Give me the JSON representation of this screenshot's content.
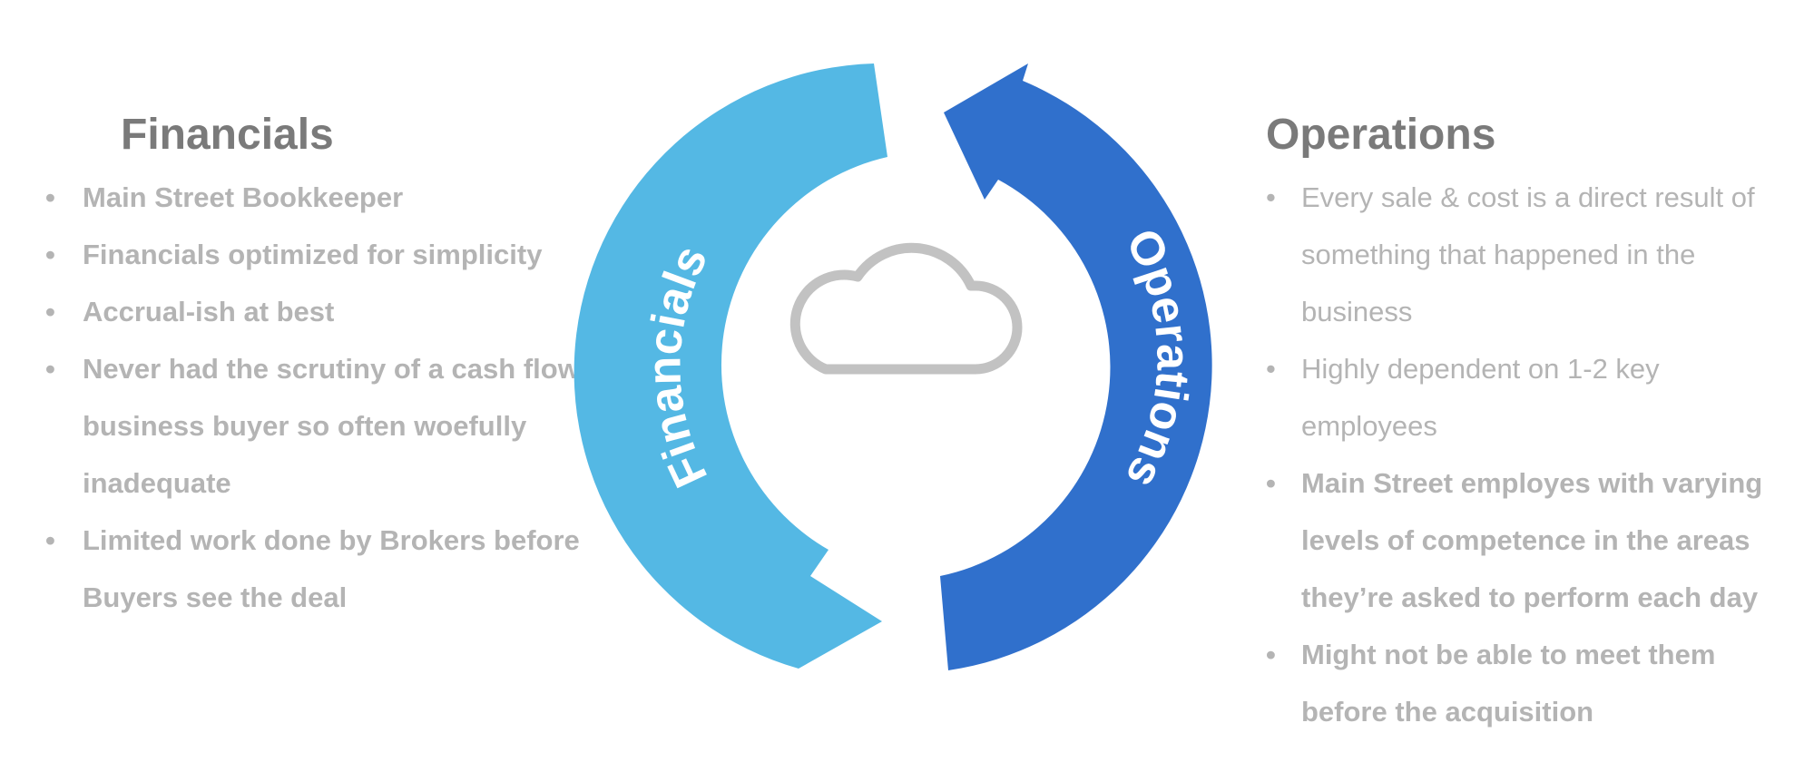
{
  "left": {
    "title": "Financials",
    "bullets": [
      "Main Street Bookkeeper",
      "Financials optimized for simplicity",
      "Accrual-ish at best",
      "Never had the scrutiny of a cash flow business buyer so often woefully inadequate",
      "Limited work done by Brokers before Buyers see the deal"
    ]
  },
  "right": {
    "title": "Operations",
    "bullets": [
      "Every sale & cost is a direct result of something that happened in the business",
      "Highly dependent on 1-2 key employees",
      "Main Street employes with varying levels of competence in the areas they’re asked to perform each day",
      "Might not be able to meet them before the acquisition"
    ]
  },
  "cycle": {
    "left_arrow_label": "Financials",
    "right_arrow_label": "Operations",
    "center_icon": "cloud-icon"
  },
  "colors": {
    "left_arrow": "#54b8e4",
    "right_arrow": "#3070cc",
    "heading": "#7a7a7a",
    "body_text": "#b4b4b4",
    "cloud_outline": "#c2c2c2"
  }
}
